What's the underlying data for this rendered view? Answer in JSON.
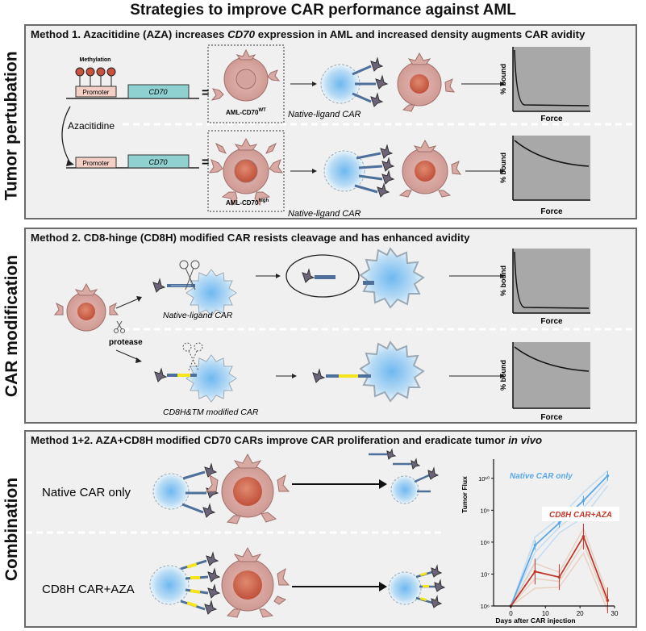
{
  "title": "Strategies to improve CAR performance against AML",
  "side_labels": {
    "tumor": "Tumor pertubation",
    "car": "CAR modification",
    "combo": "Combination"
  },
  "panel1": {
    "heading_a": "Method 1. Azacitidine (AZA) increases ",
    "heading_gene": "CD70",
    "heading_b": " expression in AML and increased density augments CAR avidity",
    "methylation": "Methylation",
    "promoter": "Promoter",
    "gene": "CD70",
    "equals": "=",
    "cell_wt_base": "AML-CD70",
    "cell_wt_sup": "WT",
    "cell_high_base": "AML-CD70",
    "cell_high_sup": "high",
    "drug": "Azacitidine",
    "car_label": "Native-ligand CAR",
    "ylabel": "% bound",
    "xlabel": "Force"
  },
  "panel2": {
    "heading": "Method 2. CD8-hinge (CD8H) modified CAR resists cleavage and has enhanced avidity",
    "protease": "protease",
    "car_native": "Native-ligand CAR",
    "car_mod": "CD8H&TM modified CAR",
    "ylabel": "% bound",
    "xlabel": "Force"
  },
  "panel3": {
    "heading_a": "Method 1+2. AZA+CD8H modified CD70 CARs improve CAR proliferation and eradicate tumor ",
    "heading_b": "in vivo",
    "row1": "Native CAR only",
    "row2": "CD8H CAR+AZA"
  },
  "colors": {
    "panel_bg": "#f0f0f0",
    "car_cell": "#a9d3f2",
    "aml_cell": "#d9a9a4",
    "aml_nucleus": "#cf5f45",
    "gene_box": "#8fd0d0",
    "promoter_box": "#f3cfc5",
    "cd8h_hinge": "#f5e51a",
    "native_series": "#5aa8e8",
    "aza_series": "#c0392b"
  },
  "chart_data": {
    "type": "line",
    "xlabel": "Days after CAR injection",
    "ylabel": "Tumor Flux",
    "xlim": [
      -5,
      30
    ],
    "x_ticks": [
      "0",
      "10",
      "20",
      "30"
    ],
    "ylim_log10": [
      6,
      10.5
    ],
    "y_ticks": [
      "10⁶",
      "10⁷",
      "10⁸",
      "10⁹",
      "10¹⁰"
    ],
    "series": [
      {
        "name": "Native CAR only",
        "x": [
          0,
          7,
          14,
          21,
          28
        ],
        "y": [
          1000000,
          80000000,
          400000000,
          2000000000,
          12000000000
        ]
      },
      {
        "name": "CD8H CAR+AZA",
        "x": [
          0,
          7,
          14,
          21,
          28
        ],
        "y": [
          1000000,
          12000000,
          8000000,
          150000000,
          1500000
        ]
      }
    ]
  }
}
